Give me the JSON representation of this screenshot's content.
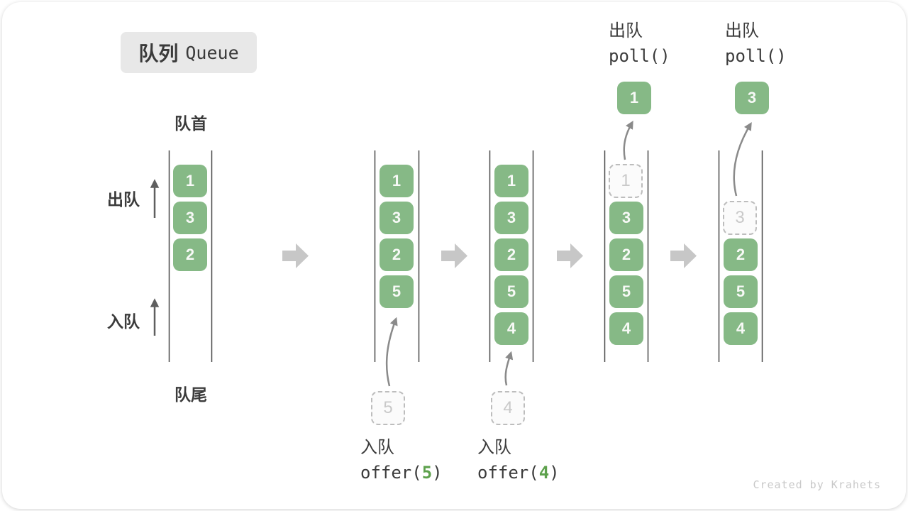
{
  "badge": {
    "zh": "队列",
    "en": "Queue"
  },
  "side_labels": {
    "front": "队首",
    "rear": "队尾",
    "dequeue": "出队",
    "enqueue": "入队"
  },
  "columns": [
    {
      "cells": [
        "1",
        "3",
        "2"
      ]
    },
    {
      "cells": [
        "1",
        "3",
        "2",
        "5"
      ],
      "pending": "5",
      "op": {
        "action": "入队",
        "fn_prefix": "offer(",
        "arg": "5",
        "fn_suffix": ")"
      }
    },
    {
      "cells": [
        "1",
        "3",
        "2",
        "5",
        "4"
      ],
      "pending": "4",
      "op": {
        "action": "入队",
        "fn_prefix": "offer(",
        "arg": "4",
        "fn_suffix": ")"
      }
    },
    {
      "cells": [
        "3",
        "2",
        "5",
        "4"
      ],
      "removed": "1",
      "out": "1",
      "op": {
        "action": "出队",
        "fn": "poll()"
      }
    },
    {
      "cells": [
        "2",
        "5",
        "4"
      ],
      "removed": "3",
      "out": "3",
      "op": {
        "action": "出队",
        "fn": "poll()"
      }
    }
  ],
  "credit": "Created by Krahets",
  "colors": {
    "box_green": "#86b986",
    "arg_green": "#5da14c",
    "rail_gray": "#484848",
    "arrow_gray": "#8a8a8a",
    "block_arrow_gray": "#c7c7c7",
    "badge_bg": "#e8e8e8",
    "text_dark": "#3b3b3b",
    "dashed_gray": "#bdbdbd"
  }
}
